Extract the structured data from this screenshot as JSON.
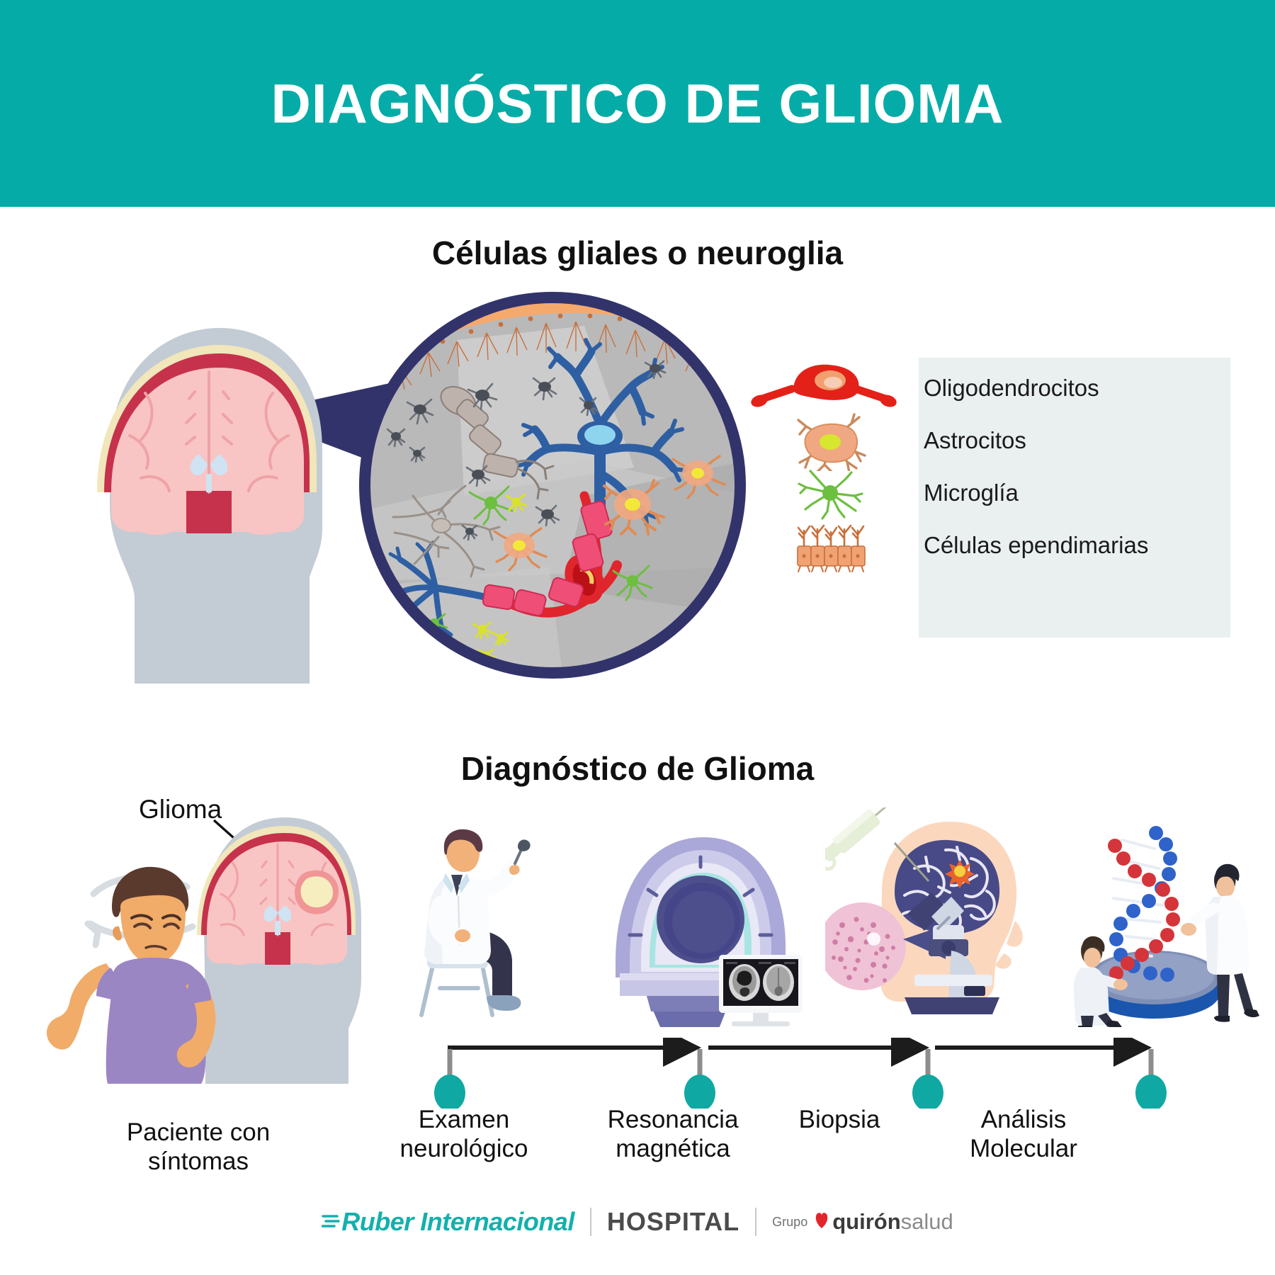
{
  "header": {
    "title": "DIAGNÓSTICO DE GLIOMA",
    "band_color": "#05aca7",
    "title_color": "#ffffff"
  },
  "sections": {
    "glial_heading": "Células gliales o neuroglia",
    "diagnosis_heading": "Diagnóstico de Glioma"
  },
  "glial": {
    "head_figure": {
      "icon": "head-brain-coronal-section-icon",
      "head_color": "#c3ccd4",
      "brain_color": "#f9c4c4",
      "skull_color": "#f2e6bb",
      "dura_color": "#c6324b"
    },
    "magnifier": {
      "icon": "magnified-neuroglia-circle-icon",
      "ring_color": "#33336b",
      "field_color": "#b9b9b9",
      "ependymal_band_color": "#f5a96d",
      "neuron_color": "#2e5fa3",
      "vessel_color": "#e0252c"
    },
    "legend_panel_color": "#eaeff0",
    "legend": [
      {
        "label": "Oligodendrocitos",
        "icon": "oligodendrocyte-icon",
        "color": "#e32119"
      },
      {
        "label": "Astrocitos",
        "icon": "astrocyte-icon",
        "color": "#f0a882"
      },
      {
        "label": "Microglía",
        "icon": "microglia-icon",
        "color": "#6cbf3f"
      },
      {
        "label": "Células ependimarias",
        "icon": "ependymal-cells-icon",
        "color": "#f0a273"
      }
    ]
  },
  "diagnosis": {
    "glioma_callout": "Glioma",
    "patient_art": {
      "icon": "patient-with-symptoms-icon",
      "shirt_color": "#9b86c4",
      "skin_color": "#f0ac68",
      "hair_color": "#5b3a2e",
      "head_color": "#c3ccd4",
      "tumor_color": "#f7eec0"
    },
    "steps": [
      {
        "label": "Paciente con\nsíntomas",
        "label_line1": "Paciente con",
        "label_line2": "síntomas",
        "icon": "patient-with-symptoms-icon",
        "has_marker": false
      },
      {
        "label": "Examen\nneurológico",
        "label_line1": "Examen",
        "label_line2": "neurológico",
        "icon": "doctor-reflex-hammer-icon",
        "has_marker": true
      },
      {
        "label": "Resonancia\nmagnética",
        "label_line1": "Resonancia",
        "label_line2": "magnética",
        "icon": "mri-scanner-icon",
        "has_marker": true
      },
      {
        "label": "Biopsia",
        "label_line1": "Biopsia",
        "label_line2": "",
        "icon": "biopsy-microscope-icon",
        "has_marker": true
      },
      {
        "label": "Análisis\nMolecular",
        "label_line1": "Análisis",
        "label_line2": "Molecular",
        "icon": "dna-molecular-analysis-icon",
        "has_marker": true
      }
    ],
    "timeline": {
      "marker_color": "#10a8a2",
      "stem_color": "#8d8d8d",
      "arrow_color": "#1c1c1c"
    }
  },
  "footer": {
    "ruber": "Ruber Internacional",
    "hospital": "HOSPITAL",
    "grupo": "Grupo",
    "quiron_bold": "quirón",
    "quiron_light": "salud",
    "ruber_color": "#13b0ad",
    "hospital_color": "#4b4b4b",
    "heart_color": "#e2242b"
  }
}
